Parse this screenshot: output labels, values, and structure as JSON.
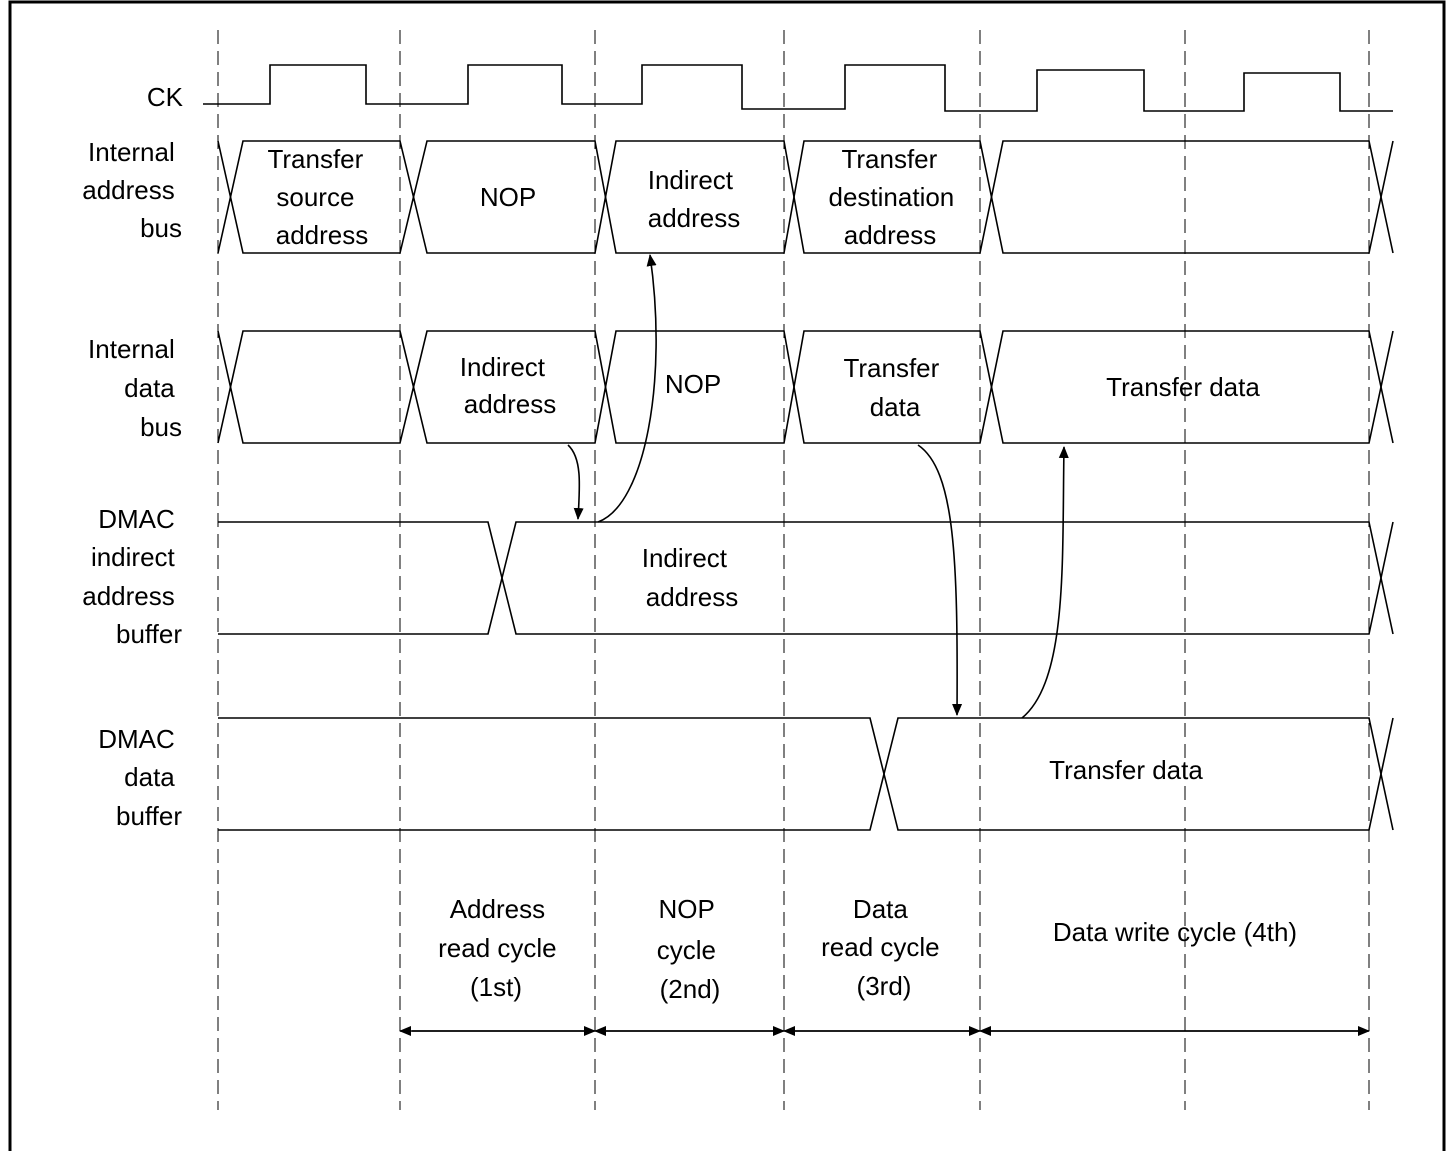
{
  "signals": {
    "ck": [
      "CK"
    ],
    "address_bus": [
      "Internal",
      "address",
      "bus"
    ],
    "data_bus": [
      "Internal",
      "data",
      "bus"
    ],
    "dmac_indirect": [
      "DMAC",
      "indirect",
      "address",
      "buffer"
    ],
    "dmac_data": [
      "DMAC",
      "data",
      "buffer"
    ]
  },
  "address_bus_values": {
    "source": [
      "Transfer",
      "source",
      "address"
    ],
    "nop": [
      "NOP"
    ],
    "indirect": [
      "Indirect",
      "address"
    ],
    "destination": [
      "Transfer",
      "destination",
      "address"
    ]
  },
  "data_bus_values": {
    "indirect": [
      "Indirect",
      "address"
    ],
    "nop": [
      "NOP"
    ],
    "transfer": [
      "Transfer",
      "data"
    ],
    "transfer_wide": [
      "Transfer data"
    ]
  },
  "dmac_indirect_value": [
    "Indirect",
    "address"
  ],
  "dmac_data_value": [
    "Transfer data"
  ],
  "cycles": {
    "first": [
      "Address",
      "read cycle",
      "(1st)"
    ],
    "second": [
      "NOP",
      "cycle",
      "(2nd)"
    ],
    "third": [
      "Data",
      "read cycle",
      "(3rd)"
    ],
    "fourth": [
      "Data write cycle (4th)"
    ]
  }
}
